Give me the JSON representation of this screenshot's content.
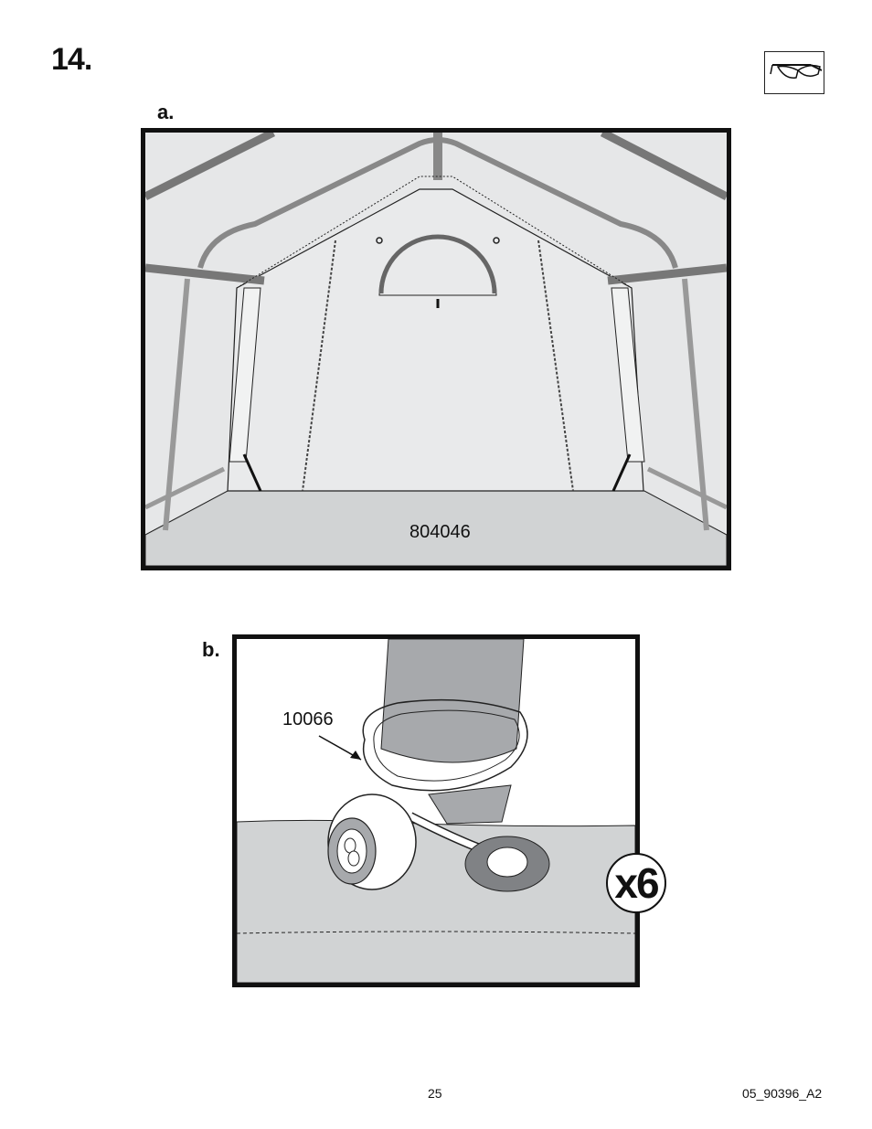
{
  "step": {
    "number": "14."
  },
  "panels": {
    "a": {
      "label": "a.",
      "part_number": "804046"
    },
    "b": {
      "label": "b.",
      "part_number": "10066",
      "quantity": "x6"
    }
  },
  "footer": {
    "page": "25",
    "doc_code": "05_90396_A2"
  },
  "icons": {
    "safety": "safety-glasses-icon"
  }
}
